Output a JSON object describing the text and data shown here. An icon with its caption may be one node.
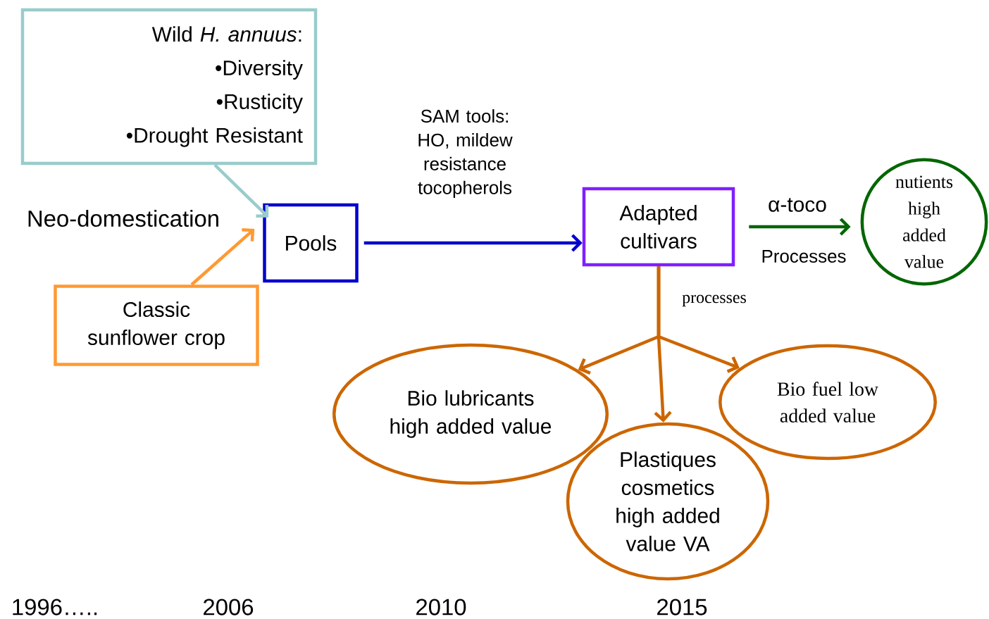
{
  "diagram": {
    "nodes": [
      {
        "text": [
          "Wild *H. annuus*:",
          "•Diversity",
          "•Rusticity",
          "•Drought Resistant"
        ]
      },
      {
        "text": [
          "Pools"
        ]
      },
      {
        "text": [
          "Classic sunflower crop"
        ]
      },
      {
        "text": [
          "Adapted cultivars"
        ]
      },
      {
        "text": [
          "nutients high added value"
        ]
      },
      {
        "text": [
          "Bio lubricants high added value"
        ]
      },
      {
        "text": [
          "Plastiques cosmetics high added value VA"
        ]
      },
      {
        "text": [
          "Bio fuel low added value"
        ]
      }
    ],
    "edges": [
      {
        "from": 0,
        "to": 1,
        "arrow": "to",
        "color": "#99cccc"
      },
      {
        "from": 2,
        "to": 1,
        "arrow": "to",
        "color": "#ff9933"
      },
      {
        "from": 1,
        "to": 3,
        "arrow": "to",
        "label": "SAM tools: HO, mildew resistance tocopherols",
        "color": "#0000cc"
      },
      {
        "from": 3,
        "to": 4,
        "arrow": "to",
        "label": "α-toco",
        "color": "#006600"
      },
      {
        "from": 3,
        "to": 5,
        "arrow": "to",
        "color": "#cc6600"
      },
      {
        "from": 3,
        "to": 6,
        "arrow": "to",
        "label": "processes",
        "color": "#cc6600"
      },
      {
        "from": 3,
        "to": 7,
        "arrow": "to",
        "color": "#cc6600"
      }
    ],
    "labels": [
      "Neo-domestication",
      "Processes",
      "1996…..",
      "2006",
      "2010",
      "2015"
    ]
  }
}
